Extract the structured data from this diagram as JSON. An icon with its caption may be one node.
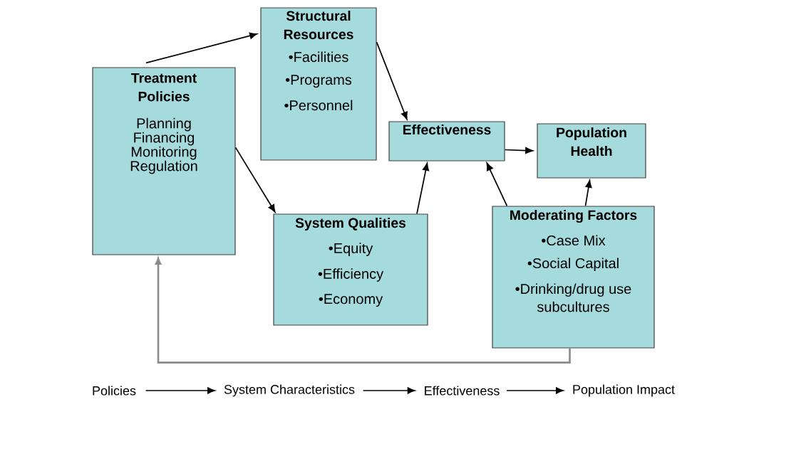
{
  "diagram": {
    "nodes": [
      {
        "text": [
          "Treatment Policies",
          "Planning",
          "Financing",
          "Monitoring",
          "Regulation"
        ]
      },
      {
        "text": [
          "Structural Resources",
          "•Facilities",
          "•Programs",
          "•Personnel"
        ]
      },
      {
        "text": [
          "Effectiveness"
        ]
      },
      {
        "text": [
          "Population Health"
        ]
      },
      {
        "text": [
          "System Qualities",
          "•Equity",
          "•Efficiency",
          "•Economy"
        ]
      },
      {
        "text": [
          "Moderating Factors",
          "•Case Mix",
          "•Social Capital",
          "•Drinking/drug use subcultures"
        ]
      },
      {
        "text": [
          "Policies"
        ]
      },
      {
        "text": [
          "System Characteristics"
        ]
      },
      {
        "text": [
          "Effectiveness"
        ]
      },
      {
        "text": [
          "Population Impact"
        ]
      }
    ],
    "edges": [
      {
        "from": 0,
        "to": 1,
        "arrow": "to"
      },
      {
        "from": 1,
        "to": 2,
        "arrow": "to"
      },
      {
        "from": 0,
        "to": 4,
        "arrow": "to"
      },
      {
        "from": 4,
        "to": 2,
        "arrow": "to"
      },
      {
        "from": 5,
        "to": 2,
        "arrow": "to"
      },
      {
        "from": 5,
        "to": 3,
        "arrow": "to"
      },
      {
        "from": 2,
        "to": 3,
        "arrow": "to"
      },
      {
        "from": 5,
        "to": 0,
        "arrow": "to",
        "color": "#8c8c8c"
      },
      {
        "from": 6,
        "to": 7,
        "arrow": "to"
      },
      {
        "from": 7,
        "to": 8,
        "arrow": "to"
      },
      {
        "from": 8,
        "to": 9,
        "arrow": "to"
      }
    ]
  }
}
